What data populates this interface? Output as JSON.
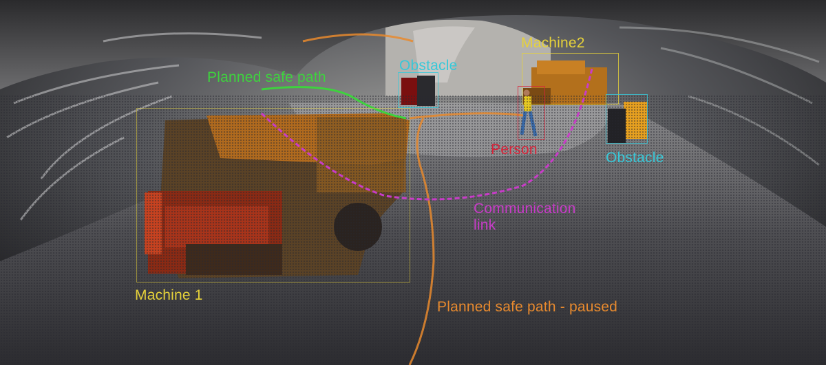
{
  "scene": {
    "labels": {
      "planned_safe_path": "Planned safe path",
      "obstacle_1": "Obstacle",
      "machine_2": "Machine2",
      "person": "Person",
      "obstacle_2": "Obstacle",
      "communication_link": "Communication\nlink",
      "machine_1": "Machine 1",
      "planned_safe_path_paused": "Planned safe path - paused"
    },
    "colors": {
      "machine": "#e6d23a",
      "obstacle": "#38c8d8",
      "person": "#d8243a",
      "safe_path": "#3ed23e",
      "paused_path": "#e88a2e",
      "communication": "#c83cc8"
    }
  }
}
